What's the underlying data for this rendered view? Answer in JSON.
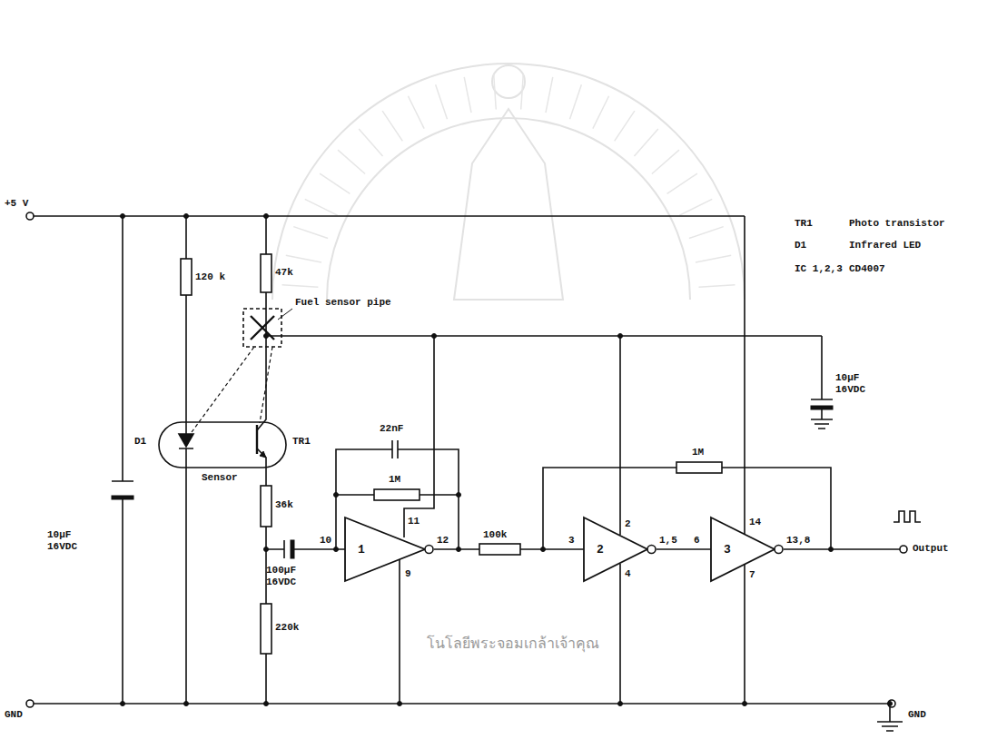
{
  "diagram": {
    "nodes": [
      {
        "text": [
          "1"
        ]
      },
      {
        "text": [
          "2"
        ]
      },
      {
        "text": [
          "3"
        ]
      }
    ],
    "edges": [
      {
        "from": 1,
        "to": 2,
        "arrow": "none"
      }
    ],
    "labels": [
      "+5 V",
      "GND",
      "GND",
      "120 k",
      "47k",
      "Fuel sensor pipe",
      "D1",
      "TR1",
      "Sensor",
      "36k",
      "100µF 16VDC",
      "220k",
      "22nF",
      "1M",
      "10",
      "11",
      "12",
      "9",
      "100k",
      "2",
      "3",
      "4",
      "1,5",
      "6",
      "14",
      "13,8",
      "7",
      "1M",
      "10µF 16VDC",
      "10µF 16VDC",
      "Output",
      "TR1",
      "Photo transistor",
      "D1",
      "Infrared LED",
      "IC 1,2,3",
      "CD4007",
      "โนโลยีพระจอมเกล้าเจ้าคุณ"
    ]
  }
}
